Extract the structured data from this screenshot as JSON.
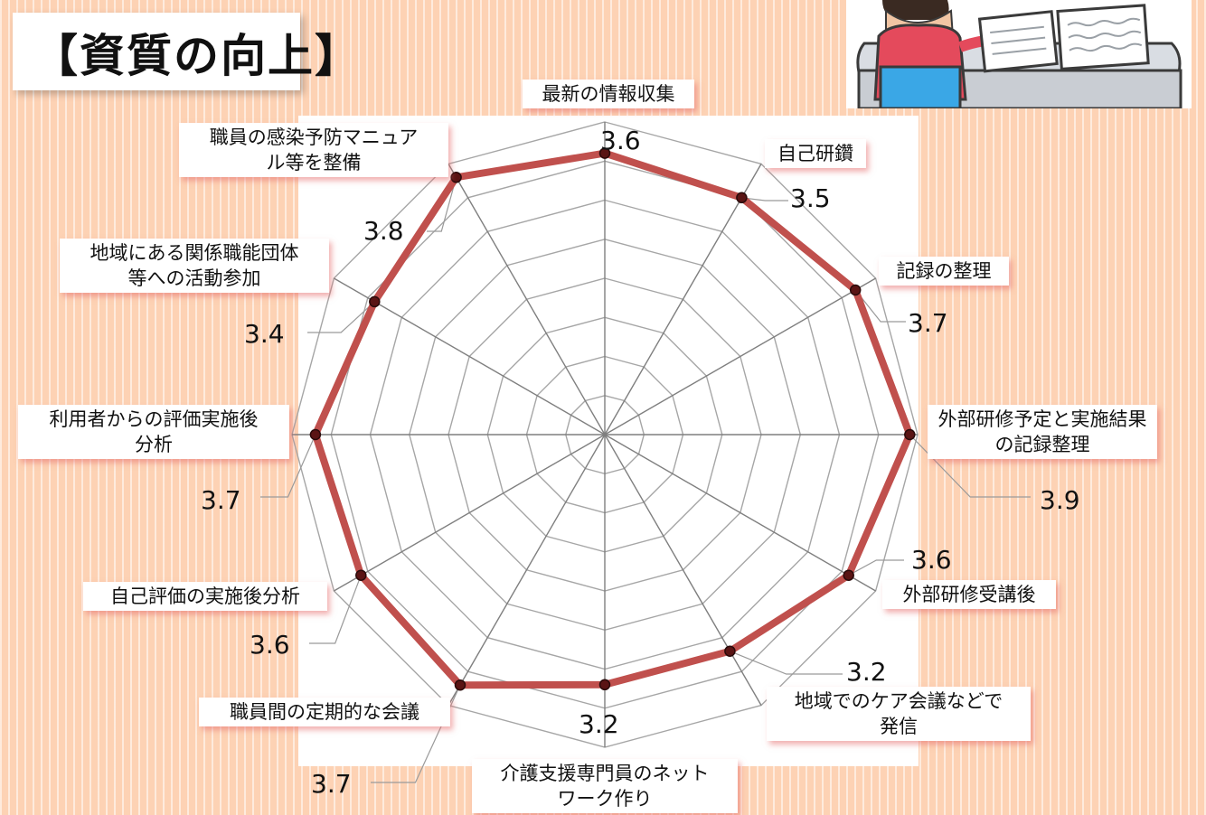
{
  "title": "【資質の向上】",
  "chart_data": {
    "type": "radar",
    "title": "【資質の向上】",
    "rmax": 4,
    "grid_rings": 4,
    "grid": true,
    "categories": [
      "最新の情報収集",
      "自己研鑽",
      "記録の整理",
      "外部研修予定と実施結果の記録整理",
      "外部研修受講後",
      "地域でのケア会議などで発信",
      "介護支援専門員のネットワーク作り",
      "職員間の定期的な会議",
      "自己評価の実施後分析",
      "利用者からの評価実施後分析",
      "地域にある関係職能団体等への活動参加",
      "職員の感染予防マニュアル等を整備"
    ],
    "series": [
      {
        "values": [
          3.6,
          3.5,
          3.7,
          3.9,
          3.6,
          3.2,
          3.2,
          3.7,
          3.6,
          3.7,
          3.4,
          3.8
        ],
        "value_labels": [
          "3.6",
          "3.5",
          "3.7",
          "3.9",
          "3.6",
          "3.2",
          "3.2",
          "3.7",
          "3.6",
          "3.7",
          "3.4",
          "3.8"
        ]
      }
    ],
    "line_color": "#c0504d",
    "marker_color": "#5a1414",
    "grid_color": "#a6a6a6"
  },
  "labels": {
    "cat0": "最新の情報収集",
    "cat1": "自己研鑽",
    "cat2": "記録の整理",
    "cat3a": "外部研修予定と実施結果",
    "cat3b": "の記録整理",
    "cat4": "外部研修受講後",
    "cat5a": "地域でのケア会議などで",
    "cat5b": "発信",
    "cat6a": "介護支援専門員のネット",
    "cat6b": "ワーク作り",
    "cat7": "職員間の定期的な会議",
    "cat8": "自己評価の実施後分析",
    "cat9a": "利用者からの評価実施後",
    "cat9b": "分析",
    "cat10a": "地域にある関係職能団体",
    "cat10b": "等への活動参加",
    "cat11a": "職員の感染予防マニュア",
    "cat11b": "ル等を整備"
  },
  "colors": {
    "background": "#fdd2b4",
    "label_shadow": "#e66e6e"
  }
}
